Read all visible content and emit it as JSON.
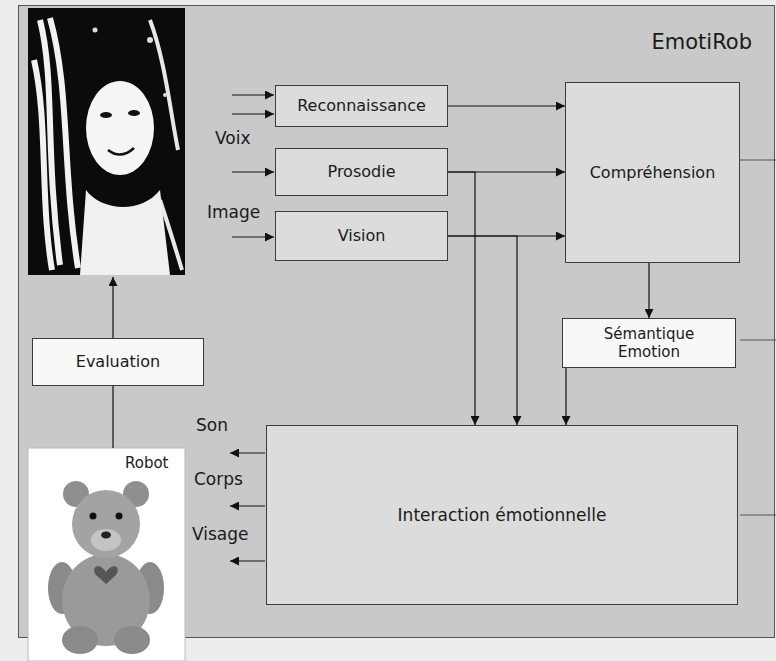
{
  "diagram": {
    "nodes": [
      {
        "text": [
          "EmotiRob"
        ]
      },
      {
        "text": [
          "Reconnaissance"
        ],
        "in": 0
      },
      {
        "text": [
          "Prosodie"
        ],
        "in": 0
      },
      {
        "text": [
          "Vision"
        ],
        "in": 0
      },
      {
        "text": [
          "Compréhension"
        ],
        "in": 0
      },
      {
        "text": [
          "Sémantique Emotion"
        ],
        "in": 0
      },
      {
        "text": [
          "Interaction émotionnelle"
        ],
        "in": 0
      },
      {
        "text": [
          "Evaluation"
        ],
        "in": 0
      }
    ],
    "edges": [
      {
        "from": 1,
        "to": 4,
        "arrow": "to"
      },
      {
        "from": 2,
        "to": 4,
        "arrow": "to"
      },
      {
        "from": 3,
        "to": 4,
        "arrow": "to"
      },
      {
        "from": 2,
        "to": 6,
        "arrow": "to"
      },
      {
        "from": 3,
        "to": 6,
        "arrow": "to"
      },
      {
        "from": 4,
        "to": 5,
        "arrow": "to"
      },
      {
        "from": 5,
        "to": 6,
        "arrow": "to"
      }
    ],
    "labels": [
      "Voix",
      "Image",
      "Robot",
      "Son",
      "Corps",
      "Visage"
    ]
  }
}
